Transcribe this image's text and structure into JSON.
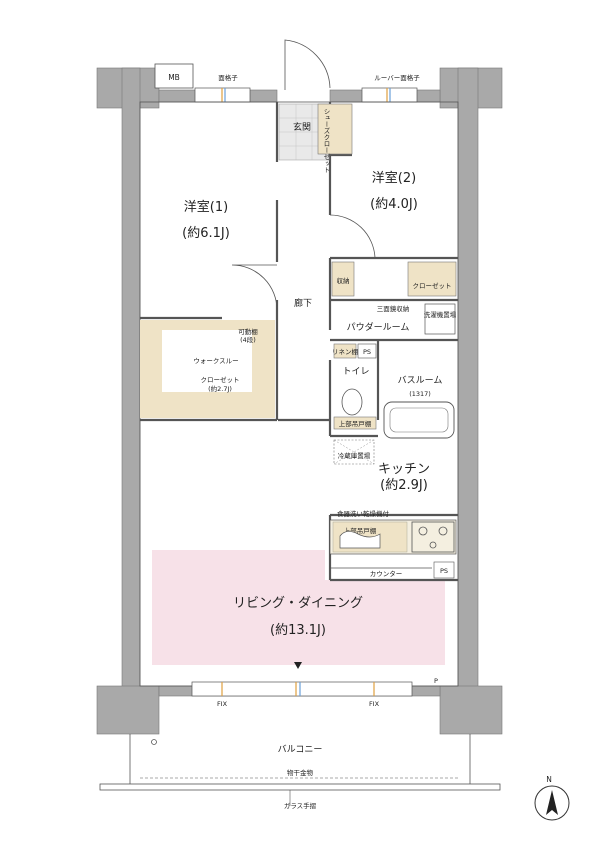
{
  "labels": {
    "mb": "MB",
    "grille": "面格子",
    "louver_grille": "ルーバー面格子",
    "shoes_closet": "シューズクローゼット",
    "entrance": "玄関",
    "room1_name": "洋室(1)",
    "room1_area": "(約6.1J)",
    "room2_name": "洋室(2)",
    "room2_area": "(約4.0J)",
    "storage": "収納",
    "closet": "クローゼット",
    "hallway": "廊下",
    "mirror_storage": "三面鏡収納",
    "washer": "洗濯機置場",
    "powder_room": "パウダールーム",
    "movable_shelf": "可動棚",
    "movable_shelf_count": "(4段)",
    "walk_through": "ウォークスルー",
    "wic_closet": "クローゼット",
    "wic_area": "(約2.7J)",
    "linen": "リネン棚",
    "ps": "PS",
    "toilet": "トイレ",
    "bathroom": "バスルーム",
    "bathroom_size": "(1317)",
    "upper_cabinet": "上部吊戸棚",
    "fridge": "冷蔵庫置場",
    "kitchen_name": "キッチン",
    "kitchen_area": "(約2.9J)",
    "dishwasher": "食器洗い乾燥機付",
    "counter": "カウンター",
    "ps2": "PS",
    "living_name": "リビング・ダイニング",
    "living_area": "(約13.1J)",
    "p": "P",
    "fix_left": "FIX",
    "fix_right": "FIX",
    "balcony": "バルコニー",
    "drying_rack": "物干金物",
    "glass_railing": "ガラス手摺",
    "north": "N"
  },
  "colors": {
    "wall": "#a9a9a9",
    "living_fill": "#f7e1e8",
    "storage_fill": "#efe3c6",
    "floor_tile": "#d9d9d9"
  }
}
